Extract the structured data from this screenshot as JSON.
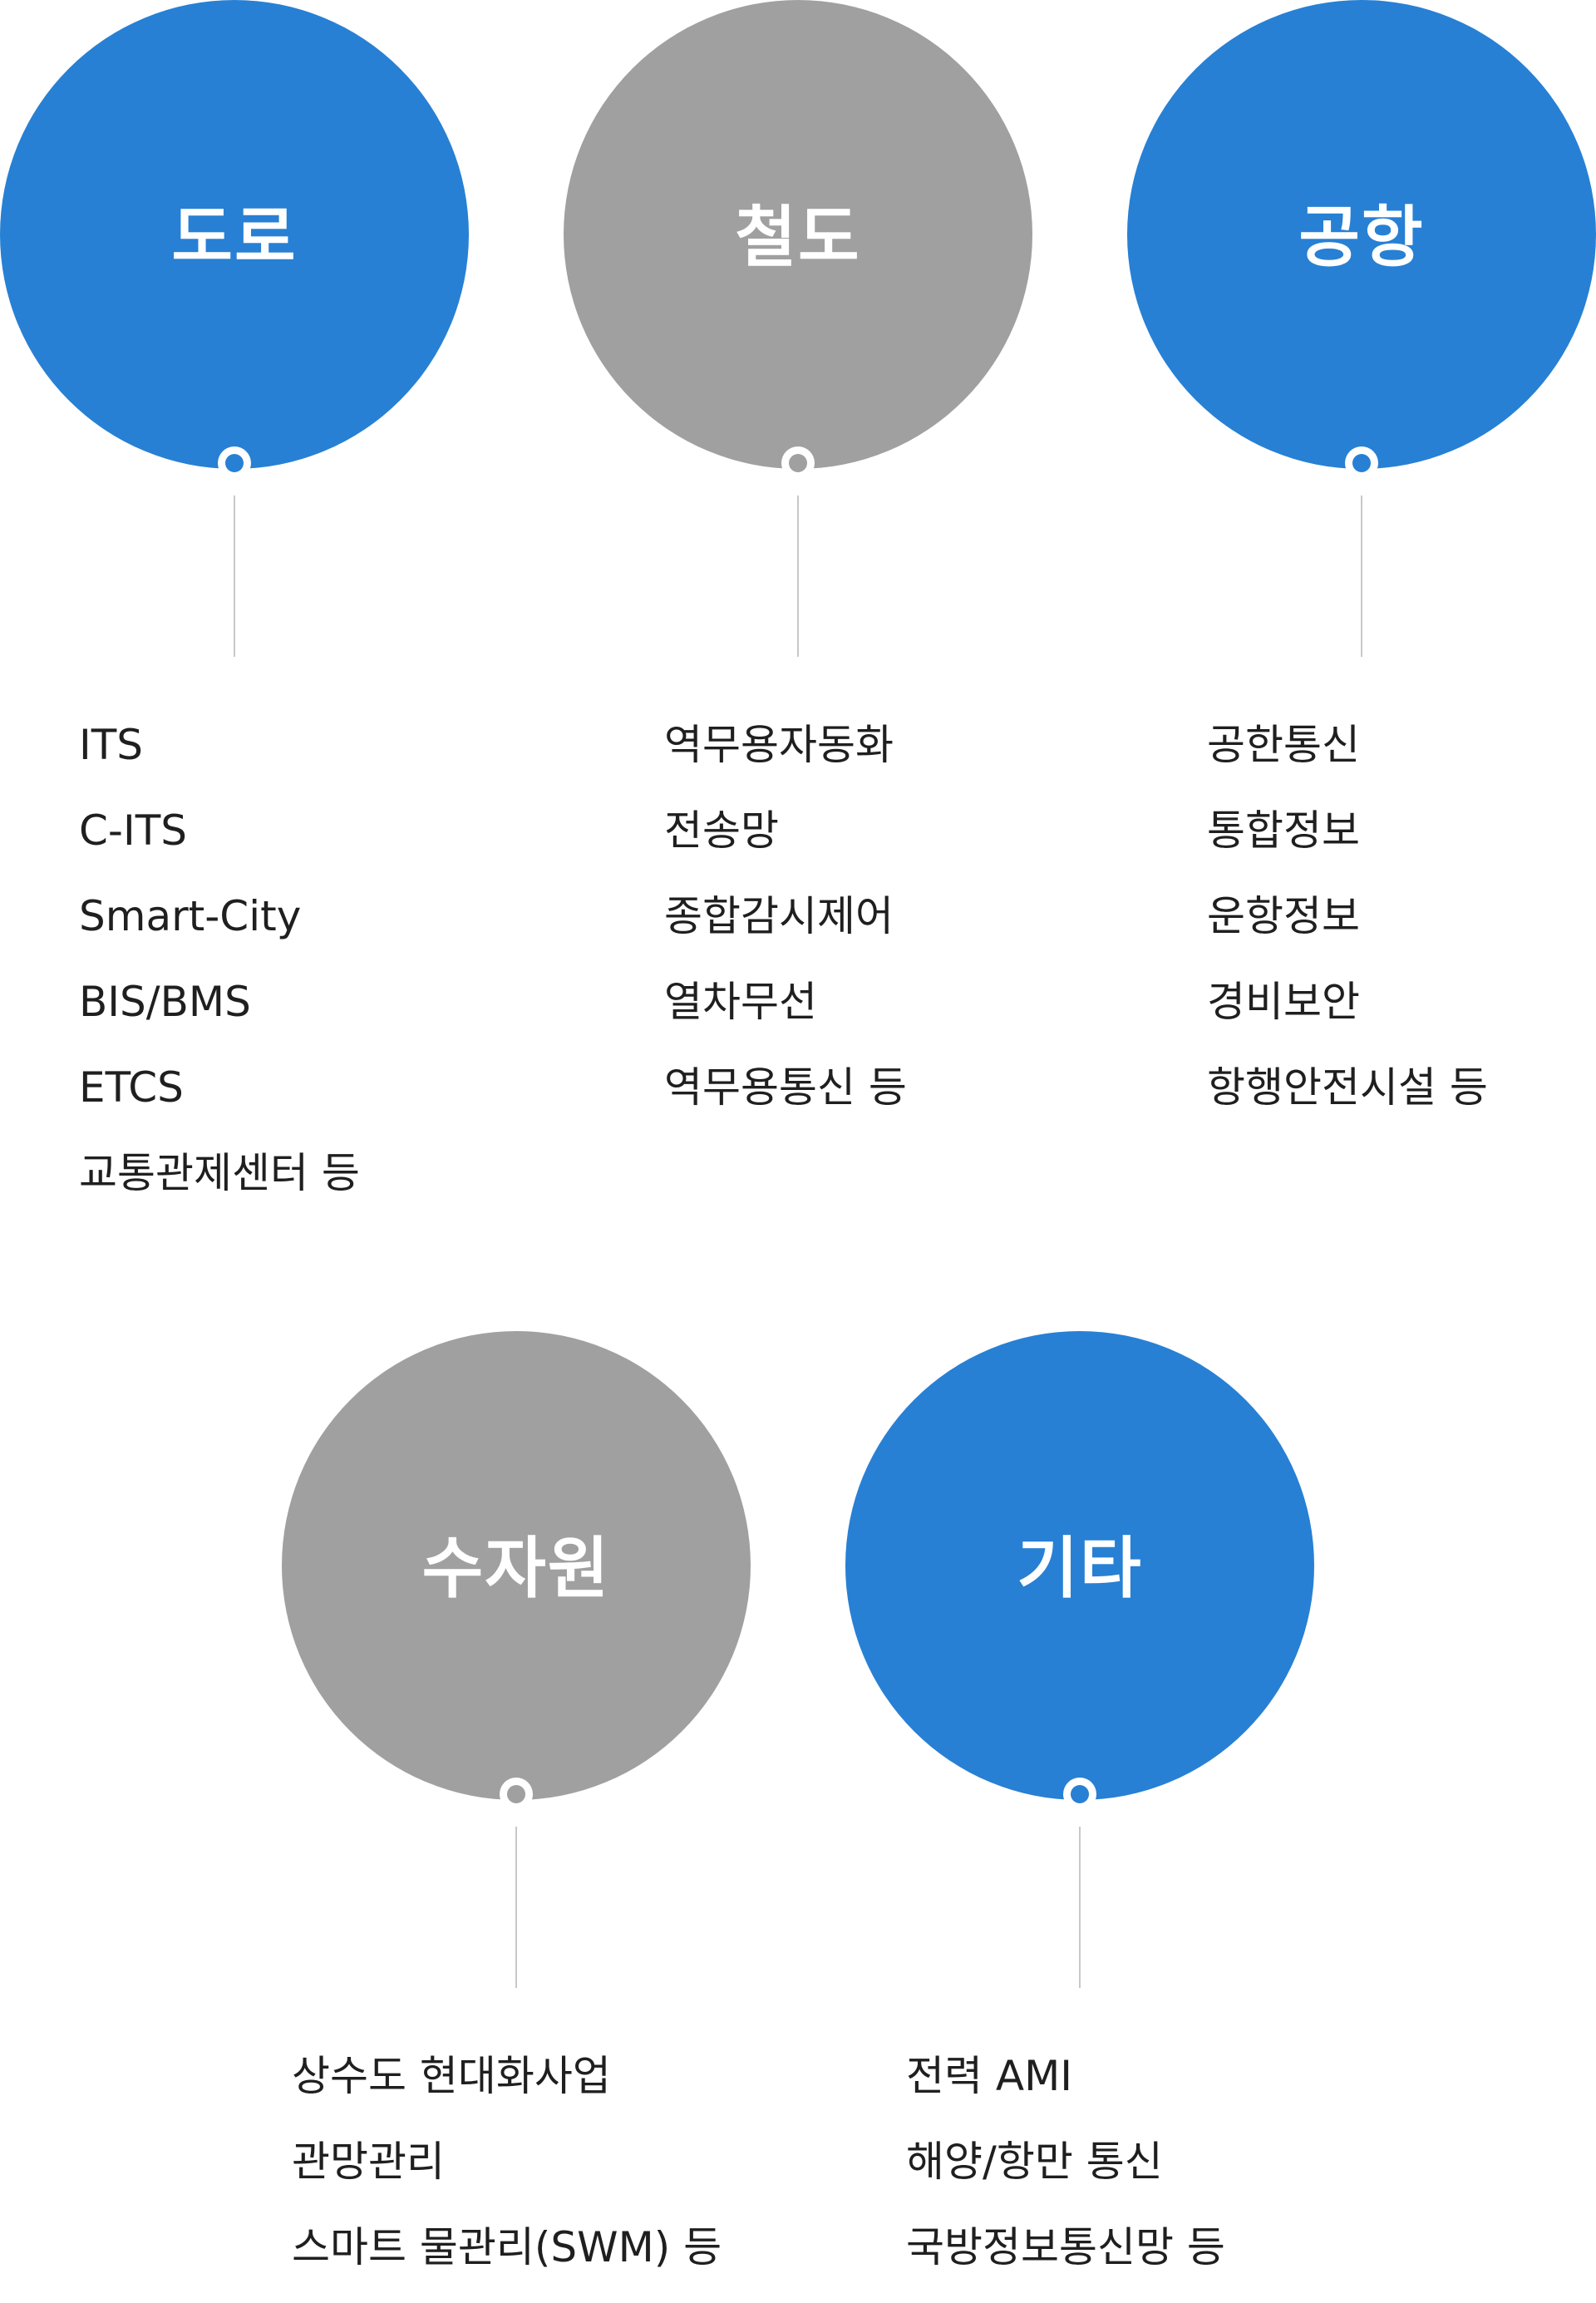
{
  "colors": {
    "blue": "#2780d4",
    "gray": "#a0a0a0",
    "connector": "#c8c8c8",
    "text": "#1f1f1f"
  },
  "sectors": [
    {
      "title": "도로",
      "color": "blue",
      "items": [
        "ITS",
        "C-ITS",
        "Smart-City",
        "BIS/BMS",
        "ETCS",
        "교통관제센터 등"
      ]
    },
    {
      "title": "철도",
      "color": "gray",
      "items": [
        "역무용자동화",
        "전송망",
        "종합감시제어",
        "열차무선",
        "역무용통신 등"
      ]
    },
    {
      "title": "공항",
      "color": "blue",
      "items": [
        "공한통신",
        "통합정보",
        "운항정보",
        "경비보안",
        "항행안전시설 등"
      ]
    },
    {
      "title": "수자원",
      "color": "gray",
      "items": [
        "상수도 현대화사업",
        "관망관리",
        "스마트 물관리(SWM) 등"
      ]
    },
    {
      "title": "기타",
      "color": "blue",
      "items": [
        "전력 AMI",
        "해양/항만 통신",
        "국방정보통신망 등"
      ]
    }
  ]
}
